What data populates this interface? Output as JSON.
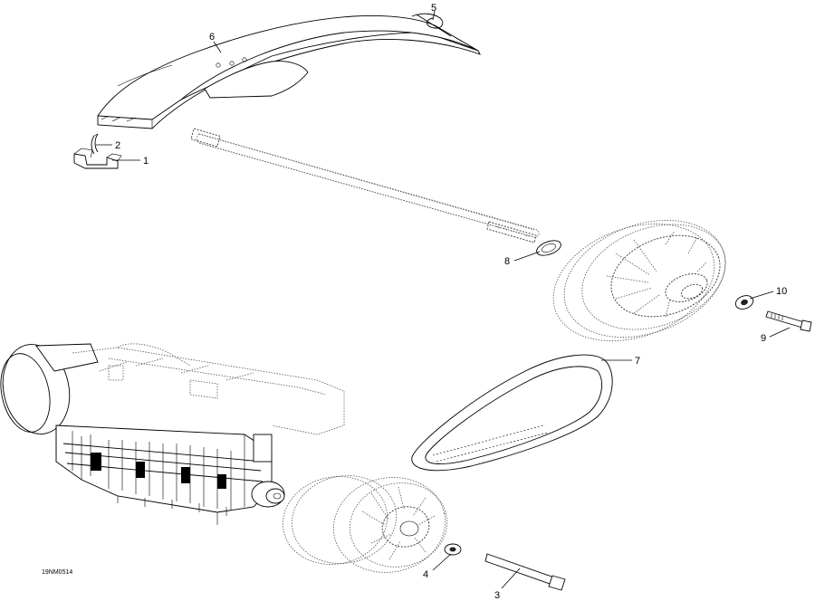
{
  "diagram": {
    "figure_code": "19NM0514",
    "callouts": [
      {
        "label": "1"
      },
      {
        "label": "2"
      },
      {
        "label": "3"
      },
      {
        "label": "4"
      },
      {
        "label": "5"
      },
      {
        "label": "6"
      },
      {
        "label": "7"
      },
      {
        "label": "8"
      },
      {
        "label": "9"
      },
      {
        "label": "10"
      }
    ]
  }
}
